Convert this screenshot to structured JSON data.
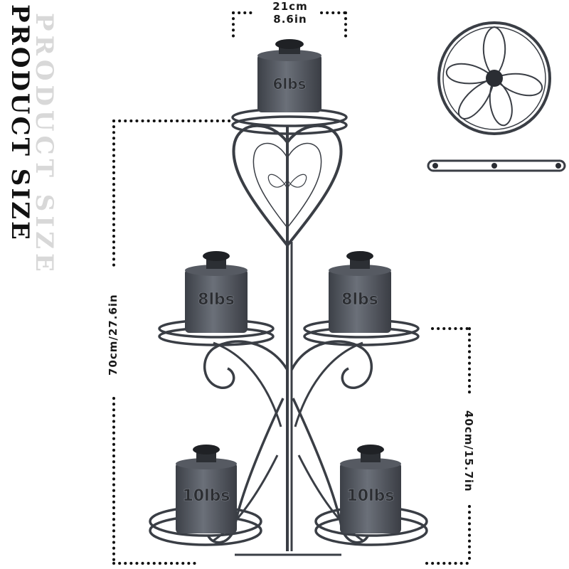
{
  "heading": {
    "main": "PRODUCT SIZE",
    "ghost": "PRODUCT SIZE"
  },
  "dimensions": {
    "top_width": {
      "cm": "21cm",
      "in": "8.6in"
    },
    "total_height": "70cm/27.6in",
    "lower_height": "40cm/15.7in"
  },
  "weights": {
    "top": "6lbs",
    "middle_left": "8lbs",
    "middle_right": "8lbs",
    "bottom_left": "10lbs",
    "bottom_right": "10lbs"
  },
  "colors": {
    "metal": "#3a3e45",
    "weight_body": "#50545c",
    "label_text": "#2b2d31",
    "dots": "#111111"
  },
  "icons": [
    "flower-wheel-icon",
    "ring-side-view-icon"
  ]
}
